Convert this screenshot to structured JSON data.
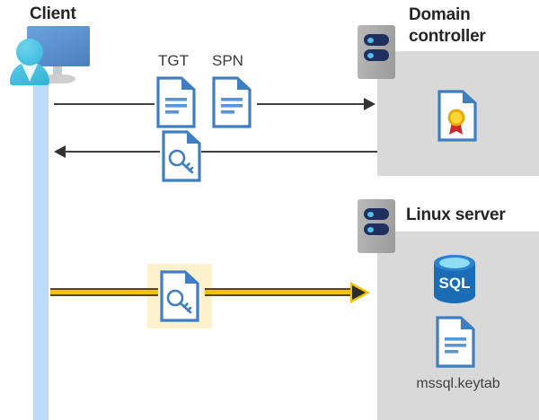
{
  "diagram": {
    "title_client": "Client",
    "title_domain_controller": "Domain\ncontroller",
    "title_domain_controller_line1": "Domain",
    "title_domain_controller_line2": "controller",
    "title_linux_server": "Linux server",
    "label_tgt": "TGT",
    "label_spn": "SPN",
    "label_keytab": "mssql.keytab",
    "label_sql": "SQL",
    "icons": {
      "client": "user-monitor-icon",
      "tgt_doc": "document-icon",
      "spn_doc": "document-icon",
      "key_doc_return": "key-document-icon",
      "key_doc_auth": "key-document-icon",
      "certificate": "certificate-document-icon",
      "database": "sql-database-icon",
      "keytab_doc": "document-icon",
      "server_dc": "server-rack-icon",
      "server_linux": "server-rack-icon"
    },
    "arrows": [
      {
        "name": "client-to-dc",
        "direction": "right",
        "style": "thin-gray"
      },
      {
        "name": "dc-to-client",
        "direction": "left",
        "style": "thin-gray"
      },
      {
        "name": "client-to-linux",
        "direction": "right",
        "style": "thick-yellow"
      }
    ],
    "colors": {
      "panel_gray": "#d9d9d9",
      "lifeline_blue": "#bedcfa",
      "highlight_yellow": "#fdf2cc",
      "arrow_yellow": "#f2c200",
      "doc_blue": "#3f7fc1",
      "sql_blue": "#1a6cb5",
      "title_text": "#262626",
      "line_gray": "#404040"
    }
  }
}
